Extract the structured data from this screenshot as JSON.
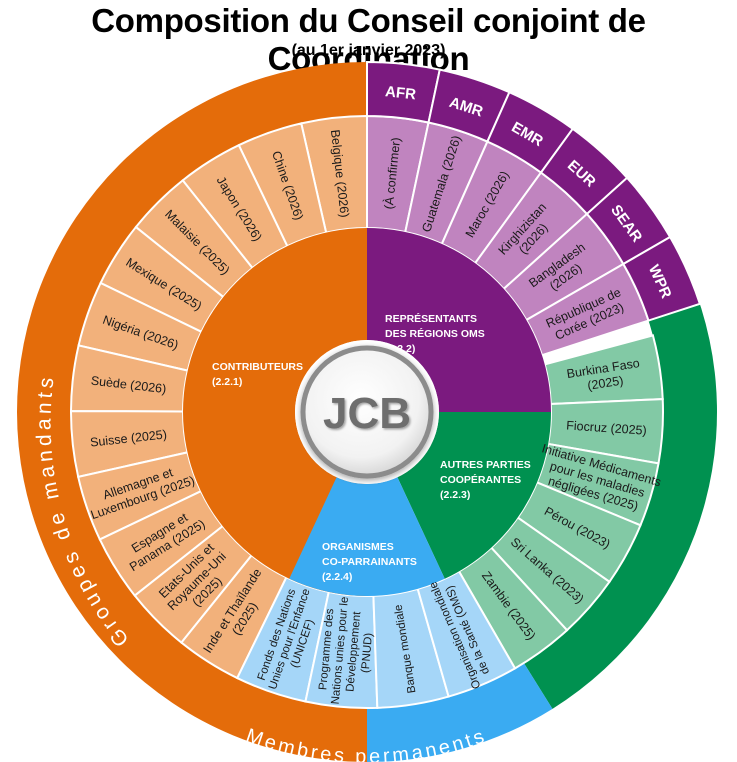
{
  "title": "Composition du Conseil conjoint de Coordination",
  "subtitle": "(au 1er janvier 2023)",
  "center_label": "JCB",
  "outer_ring_labels": {
    "constituency_groups": "Groupes de mandants",
    "permanent_members": "Membres permanents"
  },
  "colors": {
    "contributors_dark": "#E46C0A",
    "contributors_light": "#F2B17B",
    "regions_dark": "#7B1A7F",
    "regions_light": "#C084BF",
    "others_dark": "#009150",
    "others_light": "#82C9A5",
    "cosponsors_dark": "#3AABF2",
    "cosponsors_light": "#A5D6F8"
  },
  "sectors": [
    {
      "id": "contributors",
      "title": [
        "CONTRIBUTEURS",
        "(2.2.1)"
      ],
      "members": [
        [
          "Belgique (2026)"
        ],
        [
          "Chine (2026)"
        ],
        [
          "Japon (2026)"
        ],
        [
          "Malaisie (2025)"
        ],
        [
          "Mexique (2025)"
        ],
        [
          "Nigéria (2026)"
        ],
        [
          "Suède (2026)"
        ],
        [
          "Suisse (2025)"
        ],
        [
          "Allemagne et",
          "Luxembourg (2025)"
        ],
        [
          "Espagne et",
          "Panama (2025)"
        ],
        [
          "Etats-Unis et",
          "Royaume-Uni",
          "(2025)"
        ],
        [
          "Inde et Thaïlande",
          "(2025)"
        ]
      ]
    },
    {
      "id": "regions",
      "title": [
        "REPRÉSENTANTS",
        "DES RÉGIONS OMS",
        "(2.2.2)"
      ],
      "region_codes": [
        "AFR",
        "AMR",
        "EMR",
        "EUR",
        "SEAR",
        "WPR"
      ],
      "members": [
        [
          "(À confirmer)"
        ],
        [
          "Guatemala (2026)"
        ],
        [
          "Maroc (2026)"
        ],
        [
          "Kirghizistan",
          "(2026)"
        ],
        [
          "Bangladesh",
          "(2026)"
        ],
        [
          "République de",
          "Corée (2023)"
        ]
      ]
    },
    {
      "id": "others",
      "title": [
        "AUTRES PARTIES",
        "COOPÉRANTES",
        "(2.2.3)"
      ],
      "members": [
        [
          "Burkina Faso",
          "(2025)"
        ],
        [
          "Fiocruz (2025)"
        ],
        [
          "Initiative Médicaments",
          "pour les maladies",
          "négligées (2025)"
        ],
        [
          "Pérou (2023)"
        ],
        [
          "Sri Lanka (2023)"
        ],
        [
          "Zambie (2025)"
        ]
      ]
    },
    {
      "id": "cosponsors",
      "title": [
        "ORGANISMES",
        "CO-PARRAINANTS",
        "(2.2.4)"
      ],
      "members": [
        [
          "Fonds des Nations",
          "Unies pour l'Enfance",
          "(UNICEF)"
        ],
        [
          "Programme des",
          "Nations unies pour le",
          "Développement",
          "(PNUD)"
        ],
        [
          "Banque mondiale"
        ],
        [
          "Organisation mondiale",
          "de la Santé (OMS)"
        ]
      ]
    }
  ]
}
